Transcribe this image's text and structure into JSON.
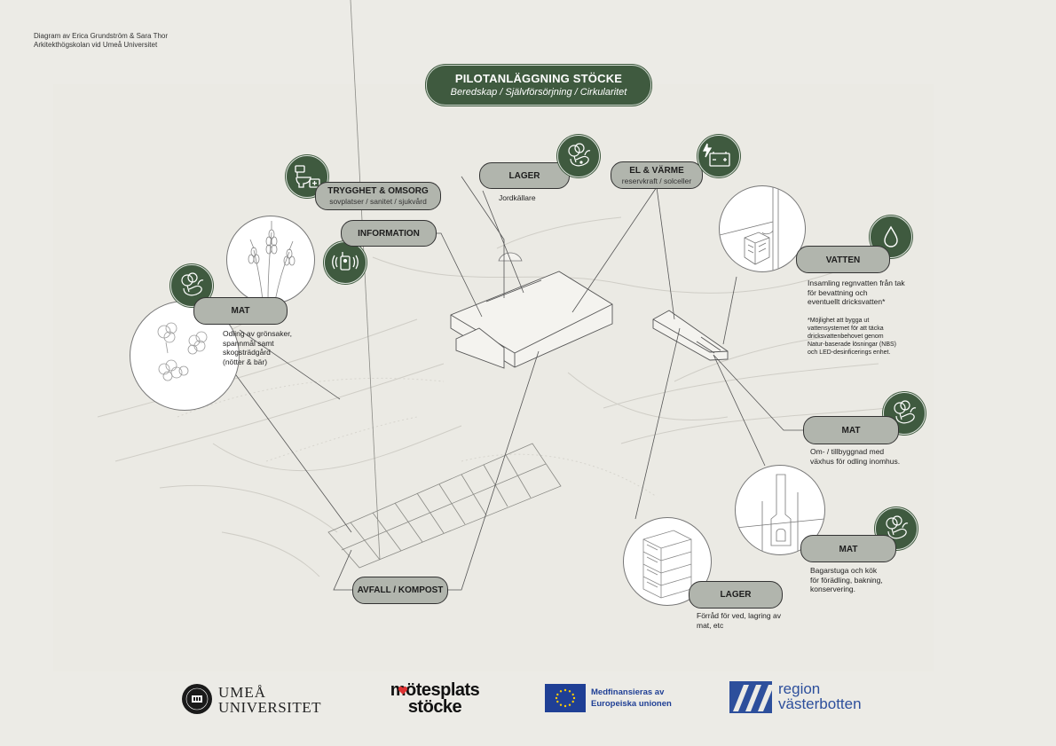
{
  "credit": {
    "line1": "Diagram av Erica Grundström & Sara Thor",
    "line2": "Arkitekthögskolan vid Umeå Universitet"
  },
  "title": {
    "main": "PILOTANLÄGGNING STÖCKE",
    "subtitle": "Beredskap / Självförsörjning / Cirkularitet"
  },
  "labels": {
    "trygghet": {
      "title": "TRYGGHET & OMSORG",
      "sub": "sovplatser / sanitet / sjukvård"
    },
    "information": {
      "title": "INFORMATION"
    },
    "lager_top": {
      "title": "LAGER",
      "note": "Jordkällare"
    },
    "el": {
      "title": "EL & VÄRME",
      "sub": "reservkraft / solceller"
    },
    "vatten": {
      "title": "VATTEN",
      "note": [
        "Insamling regnvatten från tak",
        "för bevattning och",
        "eventuellt dricksvatten*"
      ],
      "footnote": [
        "*Möjlighet att bygga ut",
        "vattensystemet för att täcka",
        "dricksvattenbehovet genom",
        "Natur-baserade lösningar (NBS)",
        "och LED-desinficerings enhet."
      ]
    },
    "mat_left": {
      "title": "MAT",
      "note": [
        "Odling av grönsaker,",
        "spannmål samt",
        "skogsträdgård",
        "(nötter & bär)"
      ]
    },
    "mat_right1": {
      "title": "MAT",
      "note": [
        "Om- / tillbyggnad med",
        "växhus för odling inomhus."
      ]
    },
    "mat_right2": {
      "title": "MAT",
      "note": [
        "Bagarstuga och kök",
        "för förädling, bakning,",
        "konservering."
      ]
    },
    "lager_bottom": {
      "title": "LAGER",
      "note": [
        "Förråd för ved, lagring av",
        "mat, etc"
      ]
    },
    "avfall": {
      "title": "AVFALL / KOMPOST"
    }
  },
  "logos": {
    "umea": {
      "line1": "UMEÅ",
      "line2": "UNIVERSITET",
      "seal": "UMEÅ UNIVERSITET"
    },
    "motesplats": {
      "line1": "mötesplats",
      "line2": "stöcke"
    },
    "eu": {
      "line1": "Medfinansieras av",
      "line2": "Europeiska unionen"
    },
    "region": {
      "line1": "region",
      "line2": "västerbotten"
    }
  },
  "colors": {
    "accent_green": "#3f5a3f",
    "label_gray": "#b1b5ad",
    "background": "#ecebe6",
    "eu_blue": "#1f3f95",
    "region_blue": "#2d4f9c",
    "heart_red": "#d33"
  },
  "icons": [
    "toilet-firstaid-icon",
    "radio-icon",
    "vegetables-icon",
    "bolt-battery-icon",
    "water-drop-icon"
  ]
}
